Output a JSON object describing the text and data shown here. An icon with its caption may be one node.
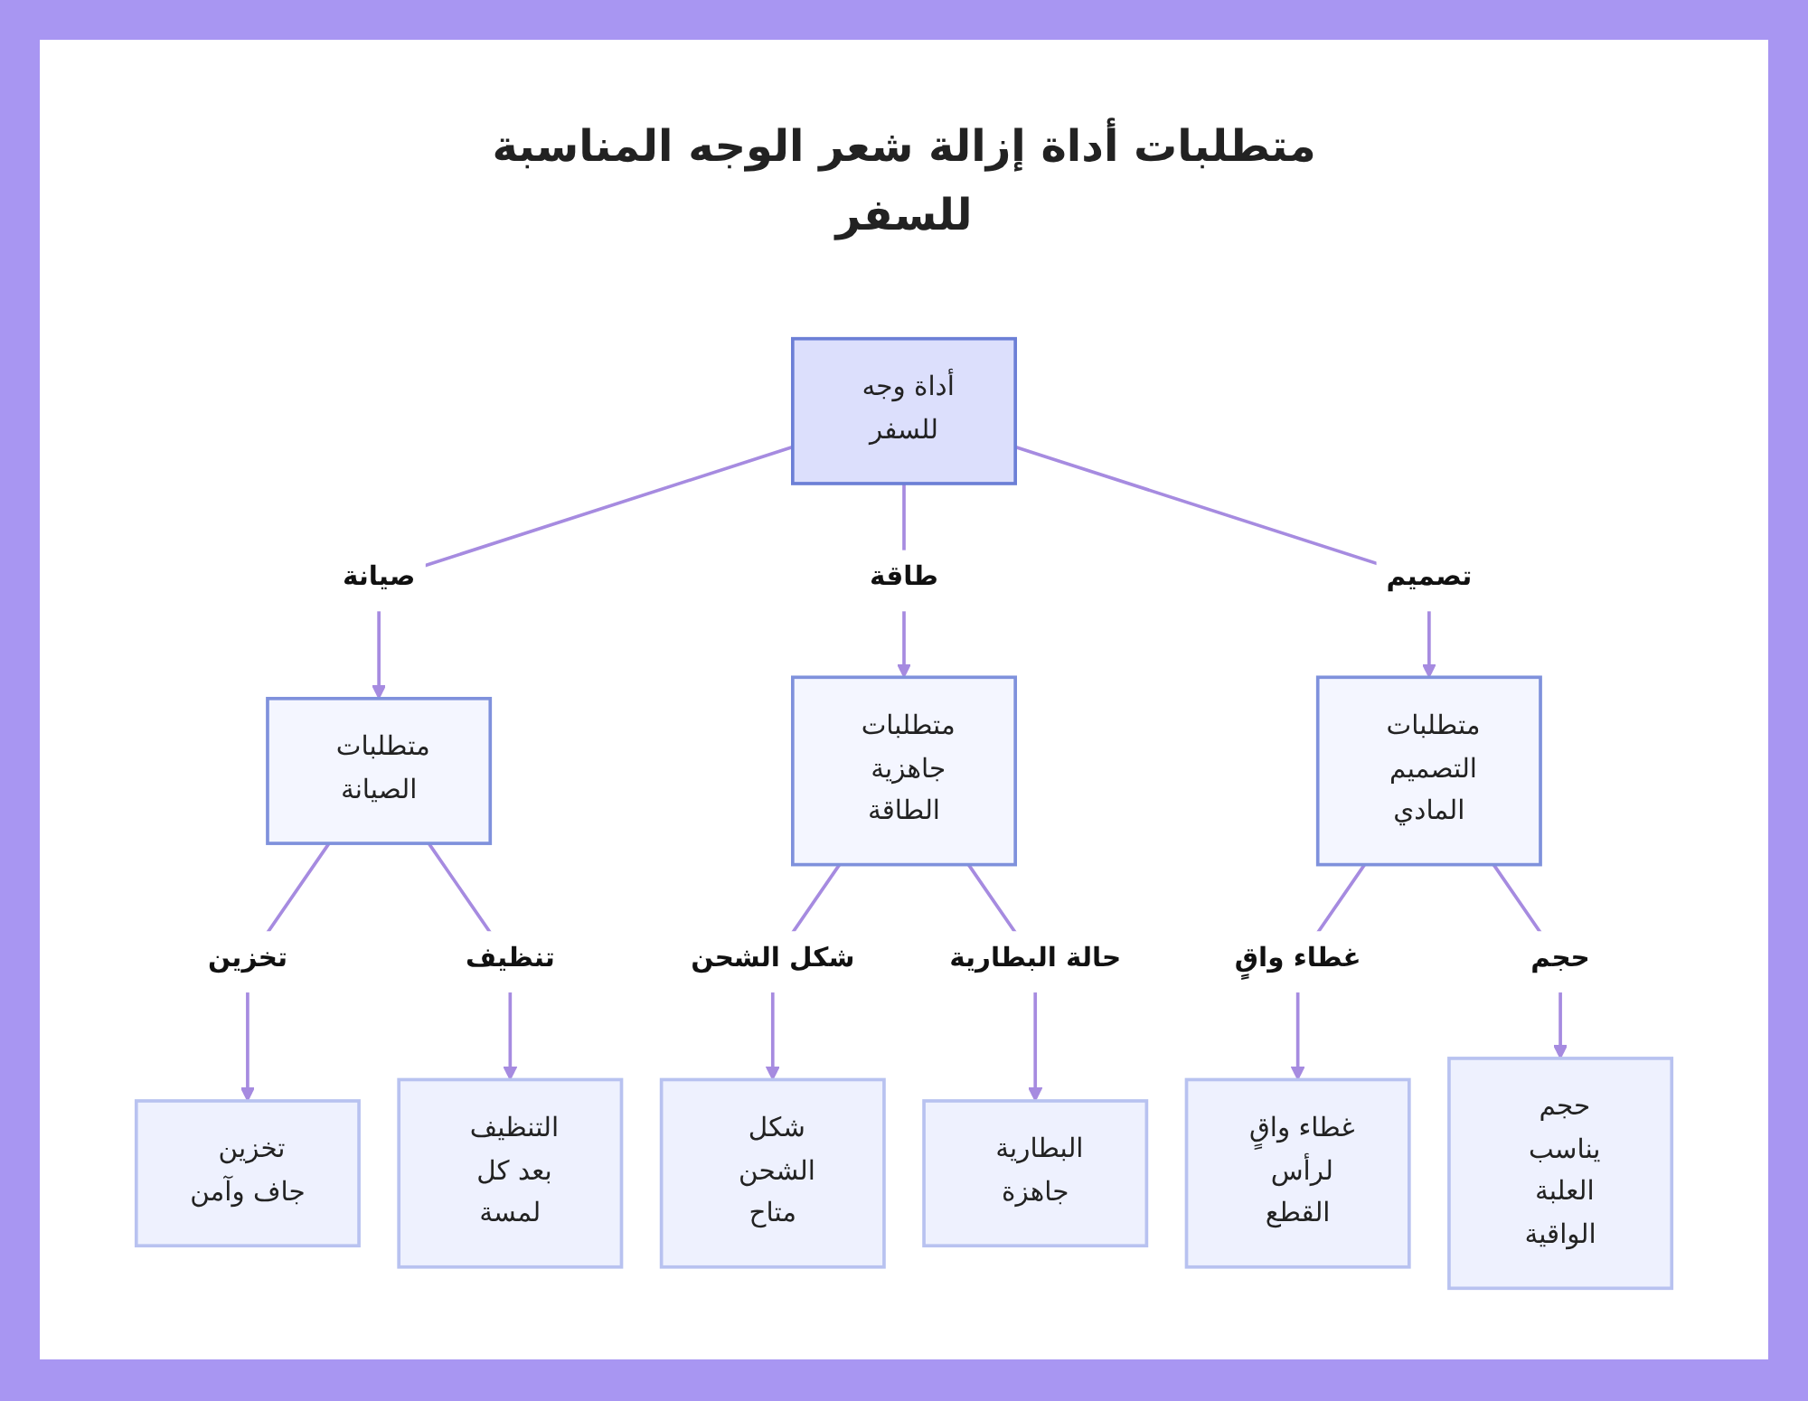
{
  "diagram": {
    "title": "متطلبات أداة إزالة شعر الوجه المناسبة للسفر",
    "nodes": [
      {
        "text": [
          "أداة وجه للسفر"
        ]
      },
      {
        "text": [
          "متطلبات الصيانة"
        ]
      },
      {
        "text": [
          "متطلبات جاهزية الطاقة"
        ]
      },
      {
        "text": [
          "متطلبات التصميم المادي"
        ]
      },
      {
        "text": [
          "تخزين جاف وآمن"
        ]
      },
      {
        "text": [
          "التنظيف بعد كل لمسة"
        ]
      },
      {
        "text": [
          "شكل الشحن متاح"
        ]
      },
      {
        "text": [
          "البطارية جاهزة"
        ]
      },
      {
        "text": [
          "غطاء واقٍ لرأس القطع"
        ]
      },
      {
        "text": [
          "حجم يناسب العلبة الواقية"
        ]
      }
    ],
    "edges": [
      {
        "from": 0,
        "to": 1,
        "arrow": "to",
        "label": "صيانة"
      },
      {
        "from": 0,
        "to": 2,
        "arrow": "to",
        "label": "طاقة"
      },
      {
        "from": 0,
        "to": 3,
        "arrow": "to",
        "label": "تصميم"
      },
      {
        "from": 1,
        "to": 4,
        "arrow": "to",
        "label": "تخزين"
      },
      {
        "from": 1,
        "to": 5,
        "arrow": "to",
        "label": "تنظيف"
      },
      {
        "from": 2,
        "to": 6,
        "arrow": "to",
        "label": "شكل الشحن"
      },
      {
        "from": 2,
        "to": 7,
        "arrow": "to",
        "label": "حالة البطارية"
      },
      {
        "from": 3,
        "to": 8,
        "arrow": "to",
        "label": "غطاء واقٍ"
      },
      {
        "from": 3,
        "to": 9,
        "arrow": "to",
        "label": "حجم"
      }
    ]
  }
}
